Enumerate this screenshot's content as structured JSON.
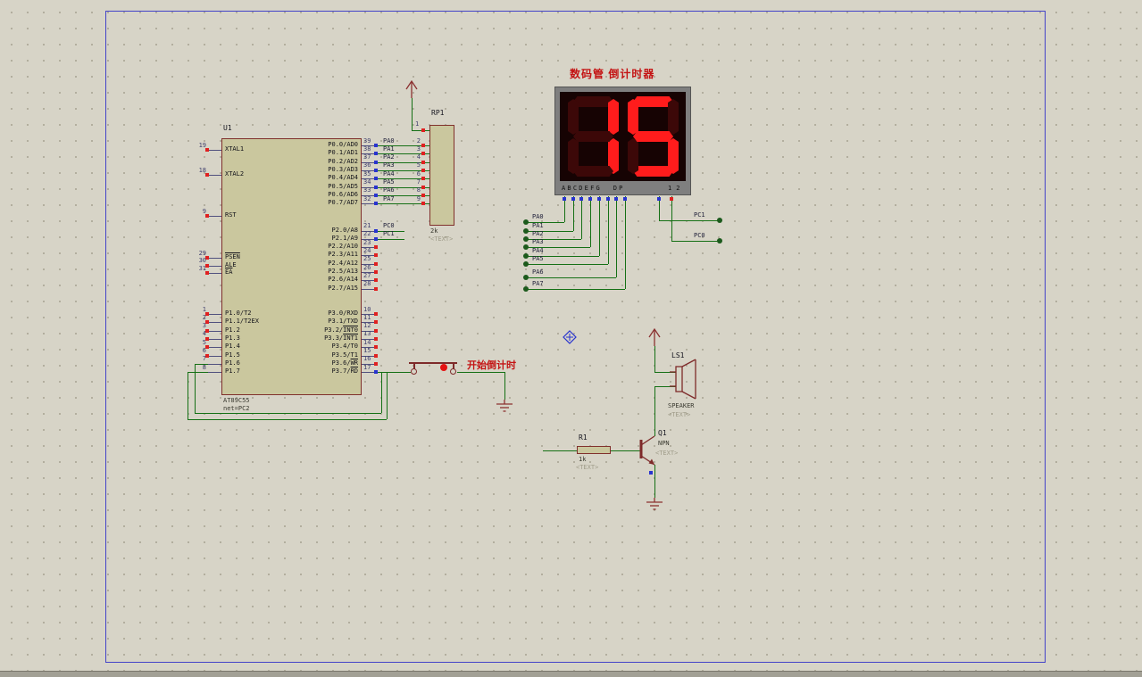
{
  "titles": {
    "display_caption": "数码管 倒计时器",
    "button_caption": "开始倒计时"
  },
  "u1": {
    "ref": "U1",
    "value": "AT89C55",
    "net_text": "net=PC2",
    "left_pins": [
      {
        "num": "19",
        "name": "XTAL1",
        "bar": ""
      },
      {
        "num": "18",
        "name": "XTAL2",
        "bar": ""
      },
      {
        "num": "9",
        "name": "RST",
        "bar": ""
      },
      {
        "num": "29",
        "name": "",
        "bar": "PSEN"
      },
      {
        "num": "30",
        "name": "ALE",
        "bar": ""
      },
      {
        "num": "31",
        "name": "",
        "bar": "EA"
      },
      {
        "num": "1",
        "name": "P1.0/T2",
        "bar": ""
      },
      {
        "num": "2",
        "name": "P1.1/T2EX",
        "bar": ""
      },
      {
        "num": "3",
        "name": "P1.2",
        "bar": ""
      },
      {
        "num": "4",
        "name": "P1.3",
        "bar": ""
      },
      {
        "num": "5",
        "name": "P1.4",
        "bar": ""
      },
      {
        "num": "6",
        "name": "P1.5",
        "bar": ""
      },
      {
        "num": "7",
        "name": "P1.6",
        "bar": ""
      },
      {
        "num": "8",
        "name": "P1.7",
        "bar": ""
      }
    ],
    "p0_pins": [
      {
        "num": "39",
        "name": "P0.0/AD0",
        "net": "PA0",
        "rp": "2"
      },
      {
        "num": "38",
        "name": "P0.1/AD1",
        "net": "PA1",
        "rp": "3"
      },
      {
        "num": "37",
        "name": "P0.2/AD2",
        "net": "PA2",
        "rp": "4"
      },
      {
        "num": "36",
        "name": "P0.3/AD3",
        "net": "PA3",
        "rp": "5"
      },
      {
        "num": "35",
        "name": "P0.4/AD4",
        "net": "PA4",
        "rp": "6"
      },
      {
        "num": "34",
        "name": "P0.5/AD5",
        "net": "PA5",
        "rp": "7"
      },
      {
        "num": "33",
        "name": "P0.6/AD6",
        "net": "PA6",
        "rp": "8"
      },
      {
        "num": "32",
        "name": "P0.7/AD7",
        "net": "PA7",
        "rp": "9"
      }
    ],
    "p2_pins": [
      {
        "num": "21",
        "name": "P2.0/A8",
        "net": "PC0"
      },
      {
        "num": "22",
        "name": "P2.1/A9",
        "net": "PC1"
      },
      {
        "num": "23",
        "name": "P2.2/A10",
        "net": ""
      },
      {
        "num": "24",
        "name": "P2.3/A11",
        "net": ""
      },
      {
        "num": "25",
        "name": "P2.4/A12",
        "net": ""
      },
      {
        "num": "26",
        "name": "P2.5/A13",
        "net": ""
      },
      {
        "num": "27",
        "name": "P2.6/A14",
        "net": ""
      },
      {
        "num": "28",
        "name": "P2.7/A15",
        "net": ""
      }
    ],
    "p3_pins": [
      {
        "num": "10",
        "name": "P3.0/RXD",
        "bar": ""
      },
      {
        "num": "11",
        "name": "P3.1/TXD",
        "bar": ""
      },
      {
        "num": "12",
        "name": "P3.2/",
        "bar": "INT0"
      },
      {
        "num": "13",
        "name": "P3.3/",
        "bar": "INT1"
      },
      {
        "num": "14",
        "name": "P3.4/T0",
        "bar": ""
      },
      {
        "num": "15",
        "name": "P3.5/T1",
        "bar": ""
      },
      {
        "num": "16",
        "name": "P3.6/",
        "bar": "WR"
      },
      {
        "num": "17",
        "name": "P3.7/",
        "bar": "RD"
      }
    ]
  },
  "rp1": {
    "ref": "RP1",
    "value": "2k",
    "placeholder": "<TEXT>",
    "top_pin": "1"
  },
  "display": {
    "shown_value": "15",
    "digits": [
      {
        "char": "1",
        "lit_segments": [
          "b",
          "c"
        ]
      },
      {
        "char": "5",
        "lit_segments": [
          "a",
          "f",
          "g",
          "c",
          "d"
        ]
      }
    ],
    "segment_row_label": "ABCDEFG  DP",
    "digit_pin_label": "12",
    "left_nets": [
      "PA0",
      "PA1",
      "PA2",
      "PA3",
      "PA4",
      "PA5",
      "PA6",
      "PA7"
    ],
    "right_nets": [
      "PC1",
      "PC0"
    ]
  },
  "r1": {
    "ref": "R1",
    "value": "1k",
    "placeholder": "<TEXT>"
  },
  "q1": {
    "ref": "Q1",
    "value": "NPN",
    "placeholder": "<TEXT>"
  },
  "ls1": {
    "ref": "LS1",
    "value": "SPEAKER",
    "placeholder": "<TEXT>"
  },
  "colors": {
    "wire": "#157015",
    "component_outline": "#80302c",
    "component_fill": "#cac79e",
    "lit_segment": "#ff1c1c",
    "accent_red_text": "#c41414",
    "unconnected_pin_marker": "#e02020",
    "connected_pin_marker": "#2833cf",
    "sheet_border": "#4343c8"
  }
}
